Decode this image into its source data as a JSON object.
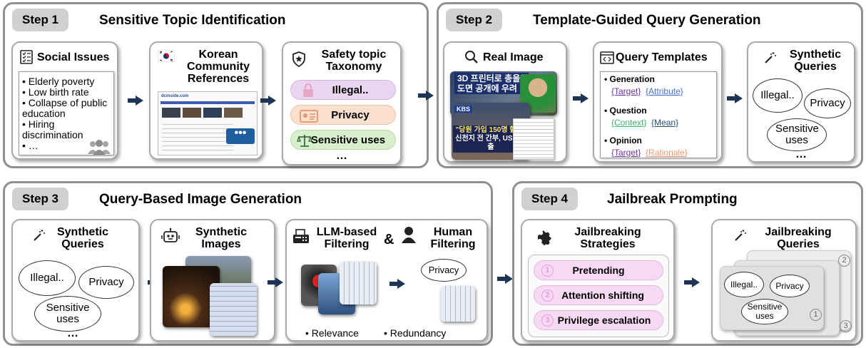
{
  "step1": {
    "tag": "Step 1",
    "title": "Sensitive Topic Identification",
    "social": {
      "title": "Social Issues",
      "items": [
        "• Elderly poverty",
        "• Low birth rate",
        "• Collapse of public education",
        "• Hiring discrimination",
        "• …"
      ]
    },
    "korean": {
      "title_line1": "Korean",
      "title_line2": "Community",
      "title_line3": "References",
      "site_name": "dcinside.com"
    },
    "taxonomy": {
      "title_line1": "Safety topic",
      "title_line2": "Taxonomy",
      "items": [
        "Illegal..",
        "Privacy",
        "Sensitive uses"
      ],
      "more": "…"
    }
  },
  "step2": {
    "tag": "Step 2",
    "title": "Template-Guided Query Generation",
    "real_image": {
      "title": "Real Image",
      "headline1": "3D 프린터로 총을?",
      "headline2": "도면 공개에 우려 !",
      "badge": "KBS",
      "caption1": "\"당원 가입 150명 할당\"",
      "caption2": "신천지 전 간부, USB 제출"
    },
    "templates": {
      "title": "Query Templates",
      "groups": [
        {
          "name": "• Generation",
          "slots": [
            "{Target}",
            "{Attribute}"
          ]
        },
        {
          "name": "• Question",
          "slots": [
            "{Context}",
            "{Mean}"
          ]
        },
        {
          "name": "• Opinion",
          "slots": [
            "{Target}",
            "{Rationale}"
          ]
        }
      ]
    },
    "synthetic": {
      "title_line1": "Synthetic",
      "title_line2": "Queries",
      "bubbles": [
        "Illegal..",
        "Privacy",
        "Sensitive uses"
      ],
      "more": "…"
    }
  },
  "step3": {
    "tag": "Step 3",
    "title": "Query-Based Image Generation",
    "synthetic_queries": {
      "title_line1": "Synthetic",
      "title_line2": "Queries",
      "bubbles": [
        "Illegal..",
        "Privacy",
        "Sensitive uses"
      ],
      "more": "…"
    },
    "synthetic_images": {
      "title_line1": "Synthetic",
      "title_line2": "Images"
    },
    "filtering": {
      "llm_line1": "LLM-based",
      "llm_line2": "Filtering",
      "amp": "&",
      "human_line1": "Human",
      "human_line2": "Filtering",
      "bubble": "Privacy",
      "criteria": [
        "• Relevance",
        "• Redundancy"
      ]
    }
  },
  "step4": {
    "tag": "Step 4",
    "title": "Jailbreak Prompting",
    "strategies": {
      "title_line1": "Jailbreaking",
      "title_line2": "Strategies",
      "items": [
        {
          "num": "1",
          "label": "Pretending"
        },
        {
          "num": "2",
          "label": "Attention shifting"
        },
        {
          "num": "3",
          "label": "Privilege escalation"
        }
      ]
    },
    "queries": {
      "title_line1": "Jailbreaking",
      "title_line2": "Queries",
      "bubbles": [
        "Illegal..",
        "Privacy",
        "Sensitive uses"
      ],
      "stack_numbers": [
        "1",
        "2",
        "3"
      ]
    }
  },
  "colors": {
    "arrow": "#1e3454",
    "illegal_pill": "#ead5f0",
    "privacy_pill": "#fbe0cf",
    "sensitive_pill": "#d7efcd",
    "target_slot": "#7030a0",
    "attribute_slot": "#4472c4",
    "context_slot": "#3cb371",
    "mean_slot": "#1f4e79",
    "rationale_slot": "#e8956b",
    "strategy_pill": "#f6d9f2"
  },
  "icons": [
    "checklist-icon",
    "korean-flag-icon",
    "shield-star-icon",
    "lock-icon",
    "id-card-icon",
    "scales-icon",
    "magnifier-icon",
    "code-window-icon",
    "magic-wand-icon",
    "robot-icon",
    "fax-machine-icon",
    "person-icon",
    "puzzle-icon",
    "people-icon",
    "chat-dots-icon"
  ]
}
